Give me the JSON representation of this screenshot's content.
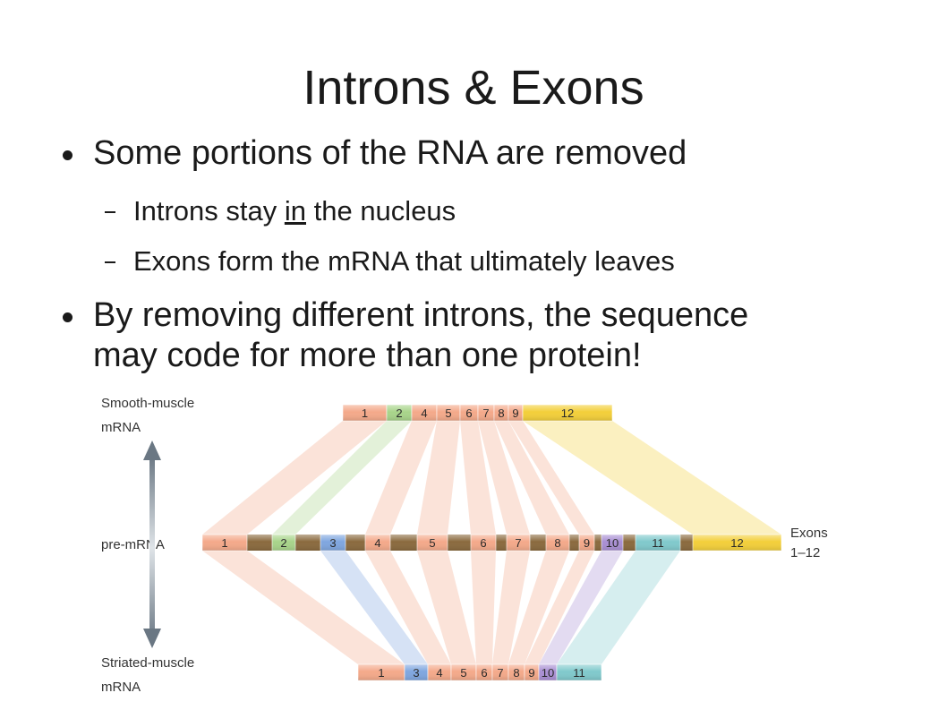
{
  "slide": {
    "title": "Introns & Exons",
    "bullet1": "Some portions of the RNA are removed",
    "sub1_pre": "Introns stay ",
    "sub1_u": "in",
    "sub1_post": " the nucleus",
    "sub2": "Exons form the mRNA that ultimately leaves",
    "bullet2_line1": "By removing different introns, the sequence",
    "bullet2_line2": "may code for more than one protein!"
  },
  "diagram": {
    "labels": {
      "smooth1": "Smooth-muscle",
      "smooth2": "mRNA",
      "pre": "pre-mRNA",
      "striated1": "Striated-muscle",
      "striated2": "mRNA",
      "exons1": "Exons",
      "exons2": "1–12"
    },
    "exon_colors": {
      "1": "#f4a98a",
      "2": "#a8d48a",
      "3": "#7fa6df",
      "4": "#f4a98a",
      "5": "#f4a98a",
      "6": "#f4a98a",
      "7": "#f4a98a",
      "8": "#f4a98a",
      "9": "#f4a98a",
      "10": "#a98fd3",
      "11": "#80c9cc",
      "12": "#f3cf3a"
    },
    "intron_color": "#8a6a3e",
    "smooth_exons": [
      "1",
      "2",
      "4",
      "5",
      "6",
      "7",
      "8",
      "9",
      "12"
    ],
    "striated_exons": [
      "1",
      "3",
      "4",
      "5",
      "6",
      "7",
      "8",
      "9",
      "10",
      "11"
    ],
    "pre_exons": [
      "1",
      "2",
      "3",
      "4",
      "5",
      "6",
      "7",
      "8",
      "9",
      "10",
      "11",
      "12"
    ]
  }
}
